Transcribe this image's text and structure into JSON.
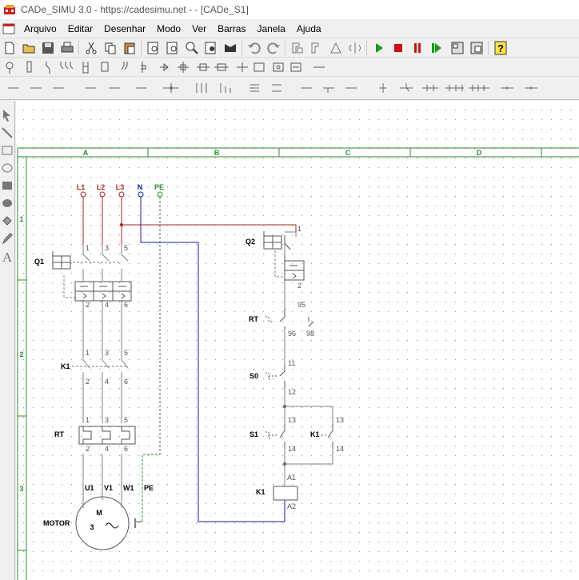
{
  "window": {
    "title": "CADe_SIMU 3.0 - https://cadesimu.net - - [CADe_S1]"
  },
  "menu": {
    "items": [
      "Arquivo",
      "Editar",
      "Desenhar",
      "Modo",
      "Ver",
      "Barras",
      "Janela",
      "Ajuda"
    ]
  },
  "sheet": {
    "columns": [
      "A",
      "B",
      "C",
      "D"
    ],
    "rows": [
      "1",
      "2",
      "3"
    ]
  },
  "power_circuit": {
    "phases": [
      "L1",
      "L2",
      "L3",
      "N",
      "PE"
    ],
    "q1": {
      "label": "Q1",
      "top_terminals": [
        "1",
        "3",
        "5"
      ],
      "bottom_terminals": [
        "2",
        "4",
        "6"
      ]
    },
    "k1": {
      "label": "K1",
      "top_terminals": [
        "1",
        "3",
        "5"
      ],
      "bottom_terminals": [
        "2",
        "4",
        "6"
      ]
    },
    "rt": {
      "label": "RT",
      "top_terminals": [
        "1",
        "3",
        "5"
      ],
      "bottom_terminals": [
        "2",
        "4",
        "6"
      ]
    },
    "motor": {
      "label": "MOTOR",
      "terminals": [
        "U1",
        "V1",
        "W1",
        "PE"
      ],
      "symbol": "M",
      "phases": "3",
      "wave": "~"
    }
  },
  "control_circuit": {
    "q2": {
      "label": "Q2",
      "top": "1",
      "bottom": "2"
    },
    "rt": {
      "label": "RT",
      "top": "95",
      "nc": "96",
      "no": "98"
    },
    "s0": {
      "label": "S0",
      "top": "11",
      "bottom": "12"
    },
    "s1": {
      "label": "S1",
      "top": "13",
      "bottom": "14"
    },
    "k1_aux": {
      "label": "K1",
      "top": "13",
      "bottom": "14"
    },
    "k1_coil": {
      "label": "K1",
      "top": "A1",
      "bottom": "A2"
    }
  },
  "colors": {
    "L1": "#b22222",
    "L2": "#b22222",
    "L3": "#b22222",
    "N": "#1a1aa8",
    "PE": "#2e8b2e",
    "wire_gray": "#808080",
    "frame_green": "#2e8b2e"
  },
  "icons": {
    "toolbar1": [
      "new-icon",
      "open-icon",
      "save-icon",
      "print-icon",
      "cut-icon",
      "copy-icon",
      "paste-icon",
      "find-icon",
      "find-next-icon",
      "zoom-icon",
      "zoom-in-icon",
      "zoom-out-icon",
      "undo-icon",
      "redo-icon",
      "move-icon",
      "rotate-icon",
      "mirror-icon",
      "flip-icon",
      "simulate-icon",
      "stop-icon",
      "pause-icon",
      "step-icon",
      "layout-icon",
      "window-icon",
      "help-icon"
    ]
  }
}
